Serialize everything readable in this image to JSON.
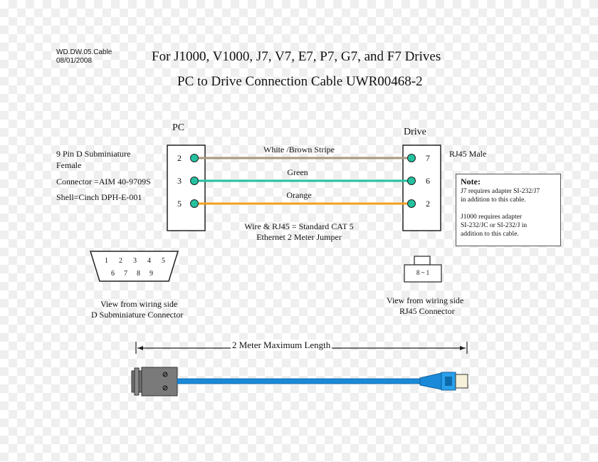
{
  "doc": {
    "code": "WD.DW.05.Cable",
    "date": "08/01/2008",
    "title_line1": "For J1000, V1000, J7, V7, E7, P7, G7, and  F7 Drives",
    "title_line2": "PC to Drive Connection Cable UWR00468-2"
  },
  "pc": {
    "label": "PC",
    "desc1": "9 Pin D Subminiature",
    "desc2": "Female",
    "connector": "Connector =AIM 40-9709S",
    "shell": "Shell=Cinch DPH-E-001",
    "pins": [
      "2",
      "3",
      "5"
    ]
  },
  "drive": {
    "label": "Drive",
    "type": "RJ45  Male",
    "pins": [
      "7",
      "6",
      "2"
    ]
  },
  "wires": [
    {
      "label": "White /Brown Stripe",
      "color": "#a8977f"
    },
    {
      "label": "Green",
      "color": "#23c19f"
    },
    {
      "label": "Orange",
      "color": "#f3a021"
    }
  ],
  "wire_note_line1": "Wire & RJ45 = Standard CAT 5",
  "wire_note_line2": "Ethernet 2 Meter Jumper",
  "dsub": {
    "top_pins": [
      "1",
      "2",
      "3",
      "4",
      "5"
    ],
    "bottom_pins": [
      "6",
      "7",
      "8",
      "9"
    ],
    "caption1": "View from wiring side",
    "caption2": "D Subminiature Connector"
  },
  "rj45": {
    "pin_label": "8 ~ 1",
    "caption1": "View from wiring side",
    "caption2": "RJ45 Connector"
  },
  "note": {
    "title": "Note:",
    "line1": "J7 requires adapter SI-232/J7",
    "line2": "in addition to this cable.",
    "line3": "J1000 requires adapter",
    "line4": "SI-232/JC or SI-232/J in",
    "line5": "addition to this cable."
  },
  "length_label": "2 Meter Maximum Length",
  "colors": {
    "pin_green": "#23c19f",
    "cable_blue": "#1a8ad8",
    "connector_gray": "#777777"
  }
}
